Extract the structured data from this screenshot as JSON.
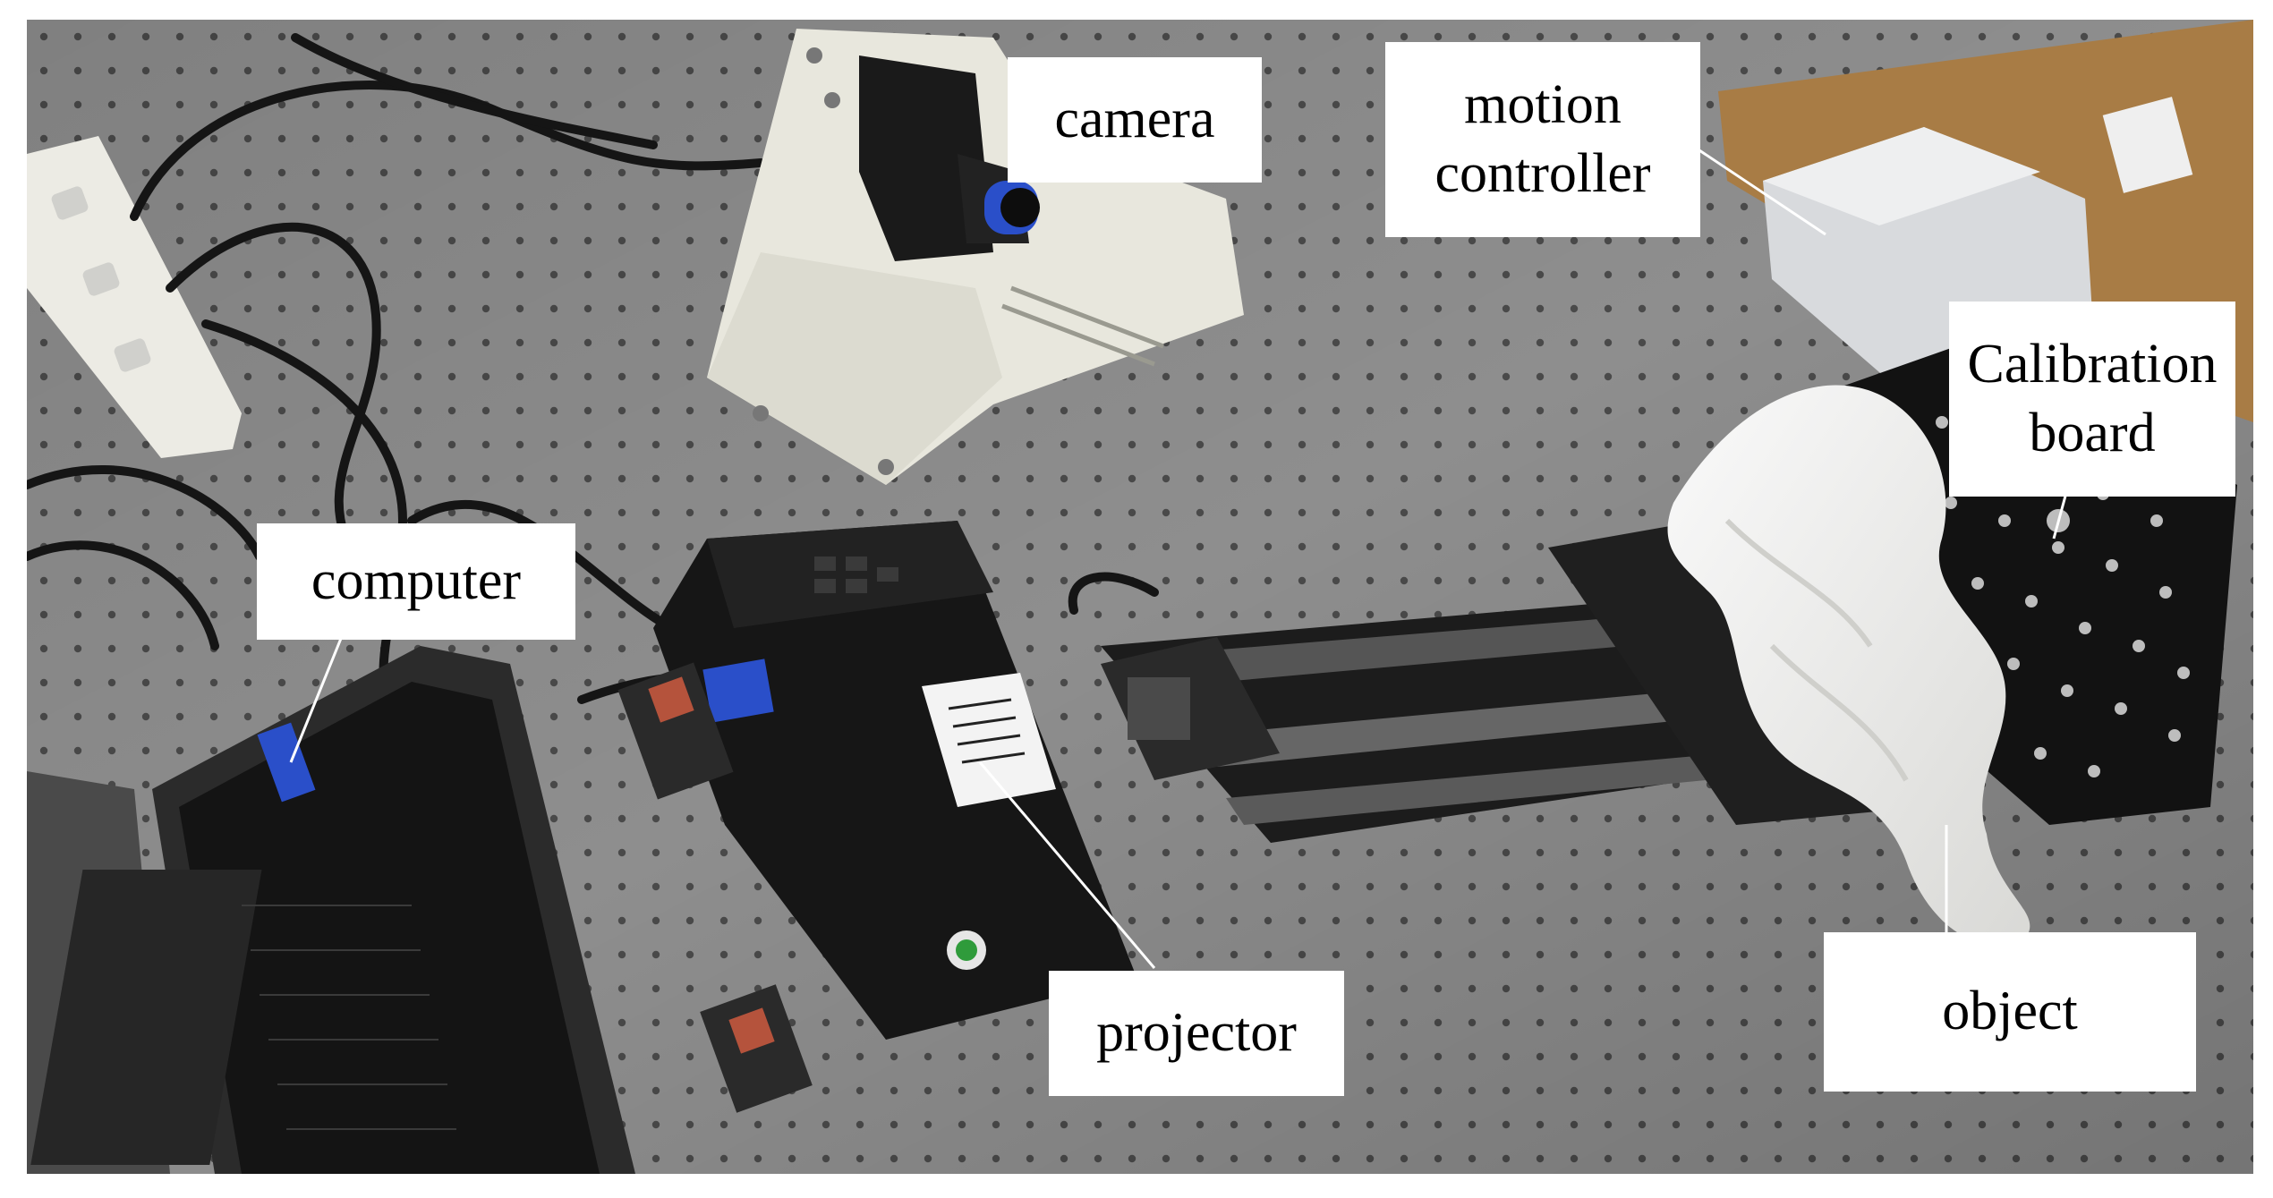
{
  "figure": {
    "labels": {
      "camera": "camera",
      "motion_controller_line1": "motion",
      "motion_controller_line2": "controller",
      "calibration_board_line1": "Calibration",
      "calibration_board_line2": "board",
      "computer": "computer",
      "projector": "projector",
      "object": "object"
    }
  },
  "colors": {
    "table_surface": "#8f8f8f",
    "table_holes": "#4a4a4a",
    "equipment_black": "#141414",
    "bracket_white": "#e9e8df",
    "cloth_white": "#f2f2f0",
    "box_brown": "#a87c45",
    "cable_blue": "#2a4fc9"
  }
}
